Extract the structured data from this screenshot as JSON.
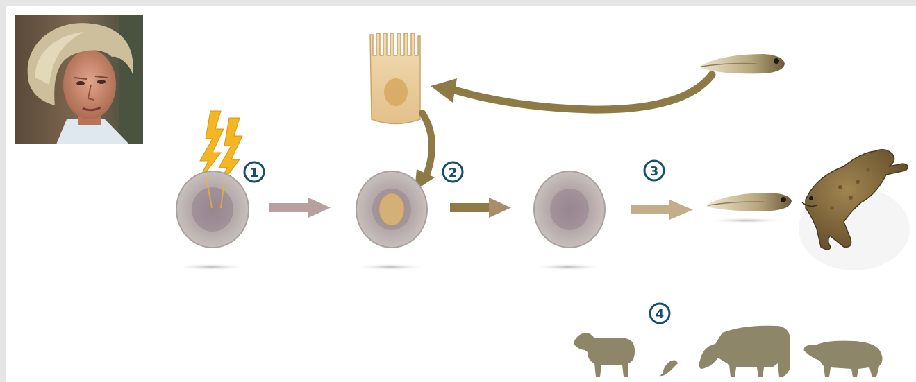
{
  "figure": {
    "photo_icon": "scientist-portrait",
    "colors": {
      "arrow_gold": "#8d7a45",
      "arrow_pink": "#b89fa0",
      "arrow_tan": "#c4ad8a",
      "badge": "#14506e",
      "lightning": "#f4b623",
      "egg": "#b8acaa",
      "nucleus": "#cfae6c",
      "livestock": "#8d8668"
    },
    "steps": [
      {
        "label": "1"
      },
      {
        "label": "2"
      },
      {
        "label": "3"
      },
      {
        "label": "4"
      }
    ],
    "organisms": [
      {
        "name": "intestinal-cell"
      },
      {
        "name": "tadpole-donor"
      },
      {
        "name": "tadpole-clone"
      },
      {
        "name": "adult-frog"
      },
      {
        "name": "sheep"
      },
      {
        "name": "mouse"
      },
      {
        "name": "cow"
      },
      {
        "name": "pig"
      }
    ]
  }
}
